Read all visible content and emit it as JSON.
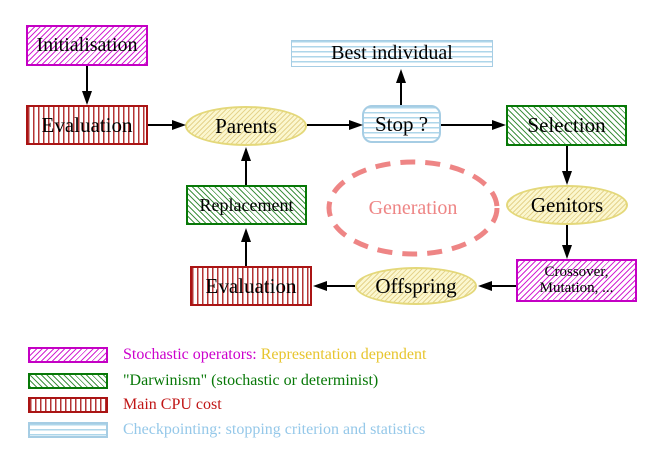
{
  "title": "Evolutionary algorithm generation loop diagram",
  "nodes": {
    "initialisation": "Initialisation",
    "evaluation_top": "Evaluation",
    "parents": "Parents",
    "best_individual": "Best individual",
    "stop": "Stop ?",
    "selection": "Selection",
    "replacement": "Replacement",
    "generation": "Generation",
    "genitors": "Genitors",
    "crossover": {
      "line1": "Crossover,",
      "line2": "Mutation, ..."
    },
    "offspring": "Offspring",
    "evaluation_bottom": "Evaluation"
  },
  "legend": {
    "rows": [
      {
        "swatch": "magenta-hatch-swatch",
        "label": "Stochastic operators:",
        "label2": "Representation dependent"
      },
      {
        "swatch": "green-hatch-swatch",
        "label": "\"Darwinism\" (stochastic or determinist)"
      },
      {
        "swatch": "red-stripes-swatch",
        "label": "Main CPU cost"
      },
      {
        "swatch": "cyan-stripes-swatch",
        "label": "Checkpointing: stopping criterion and statistics"
      }
    ]
  },
  "colors": {
    "magenta": "#cc00cc",
    "gold": "#e7c52e",
    "green": "#077807",
    "red": "#c01616",
    "light_blue": "#9cc8e4",
    "salmon": "#ee8585",
    "yellow_border": "#e4d87a",
    "line_black": "#000000"
  }
}
